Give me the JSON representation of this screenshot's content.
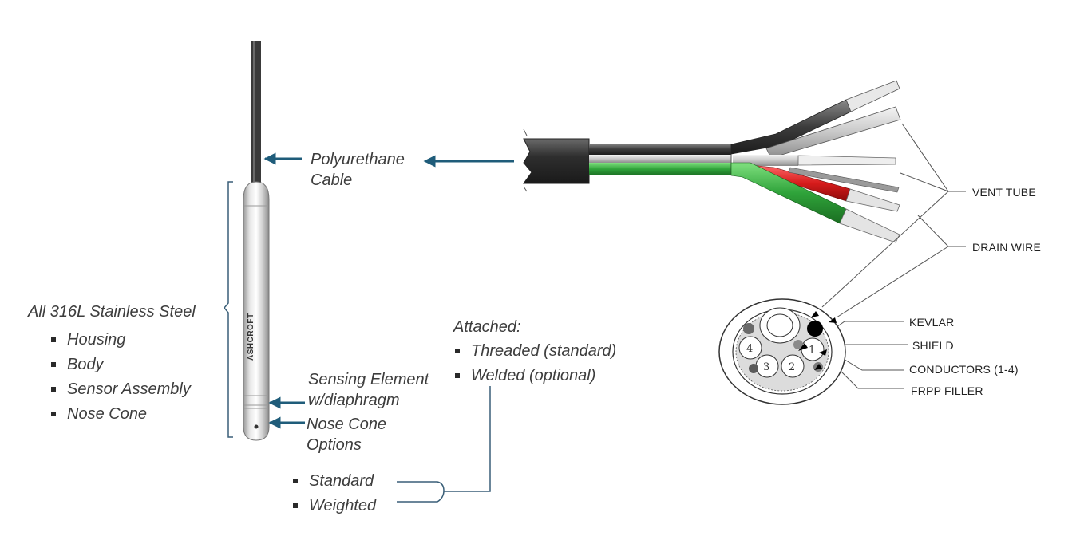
{
  "labels": {
    "cable": [
      "Polyurethane",
      "Cable"
    ],
    "steel_title": "All 316L Stainless Steel",
    "steel_items": [
      "Housing",
      "Body",
      "Sensor Assembly",
      "Nose Cone"
    ],
    "sensing": [
      "Sensing Element",
      "w/diaphragm"
    ],
    "nose_cone": [
      "Nose Cone",
      "Options"
    ],
    "attached_title": "Attached:",
    "attached_items": [
      "Threaded (standard)",
      "Welded (optional)"
    ],
    "cone_options": [
      "Standard",
      "Weighted"
    ]
  },
  "cable_diagram": {
    "vent_tube": "VENT TUBE",
    "drain_wire": "DRAIN WIRE",
    "kevlar": "KEVLAR",
    "shield": "SHIELD",
    "conductors": "CONDUCTORS (1-4)",
    "frpp_filler": "FRPP FILLER",
    "conductor_numbers": [
      "1",
      "2",
      "3",
      "4"
    ]
  },
  "brand": "ASHCROFT",
  "colors": {
    "arrow": "#1f5c7a",
    "wire_green": "#2fa33a",
    "wire_red": "#d71c1c",
    "jacket": "#3a3a3a"
  }
}
